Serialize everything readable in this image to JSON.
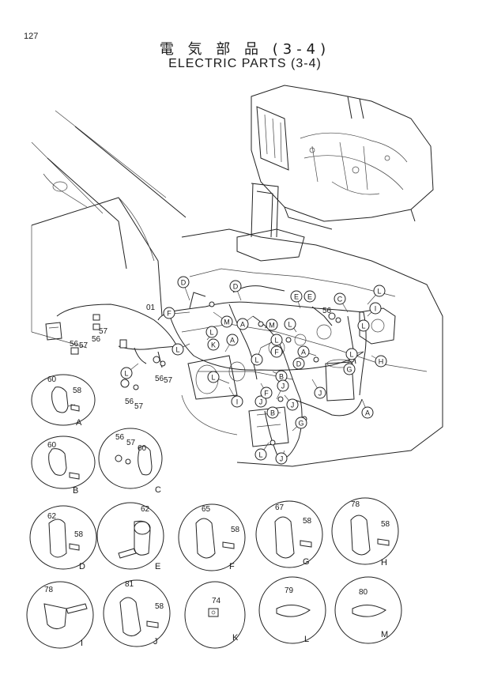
{
  "page_number": "127",
  "title_jp": "電 気 部 品 (3-4)",
  "title_en": "ELECTRIC PARTS (3-4)",
  "main_labels": {
    "part01": "01",
    "p56a": "56",
    "p57a": "57",
    "p56b": "56",
    "p56c": "56",
    "p57c": "57",
    "p56d": "56",
    "p57d": "57",
    "p57e": "57",
    "p56e": "56"
  },
  "callouts": [
    "D",
    "D",
    "F",
    "M",
    "A",
    "M",
    "E",
    "L",
    "C",
    "L",
    "I",
    "L",
    "K",
    "L",
    "A",
    "L",
    "F",
    "A",
    "D",
    "L",
    "H",
    "L",
    "J",
    "B",
    "L",
    "G",
    "J",
    "A",
    "F",
    "I",
    "J",
    "L",
    "J",
    "G",
    "B",
    "L",
    "J",
    "E",
    "L"
  ],
  "details": [
    {
      "id": "A",
      "parts": [
        "60",
        "58"
      ]
    },
    {
      "id": "B",
      "parts": [
        "60"
      ]
    },
    {
      "id": "C",
      "parts": [
        "56",
        "57",
        "60"
      ]
    },
    {
      "id": "D",
      "parts": [
        "62",
        "58"
      ]
    },
    {
      "id": "E",
      "parts": [
        "62"
      ]
    },
    {
      "id": "F",
      "parts": [
        "65",
        "58"
      ]
    },
    {
      "id": "G",
      "parts": [
        "67",
        "58"
      ]
    },
    {
      "id": "H",
      "parts": [
        "78",
        "58"
      ]
    },
    {
      "id": "I",
      "parts": [
        "78"
      ]
    },
    {
      "id": "J",
      "parts": [
        "81",
        "58"
      ]
    },
    {
      "id": "K",
      "parts": [
        "74"
      ]
    },
    {
      "id": "L",
      "parts": [
        "79"
      ]
    },
    {
      "id": "M",
      "parts": [
        "80"
      ]
    }
  ]
}
